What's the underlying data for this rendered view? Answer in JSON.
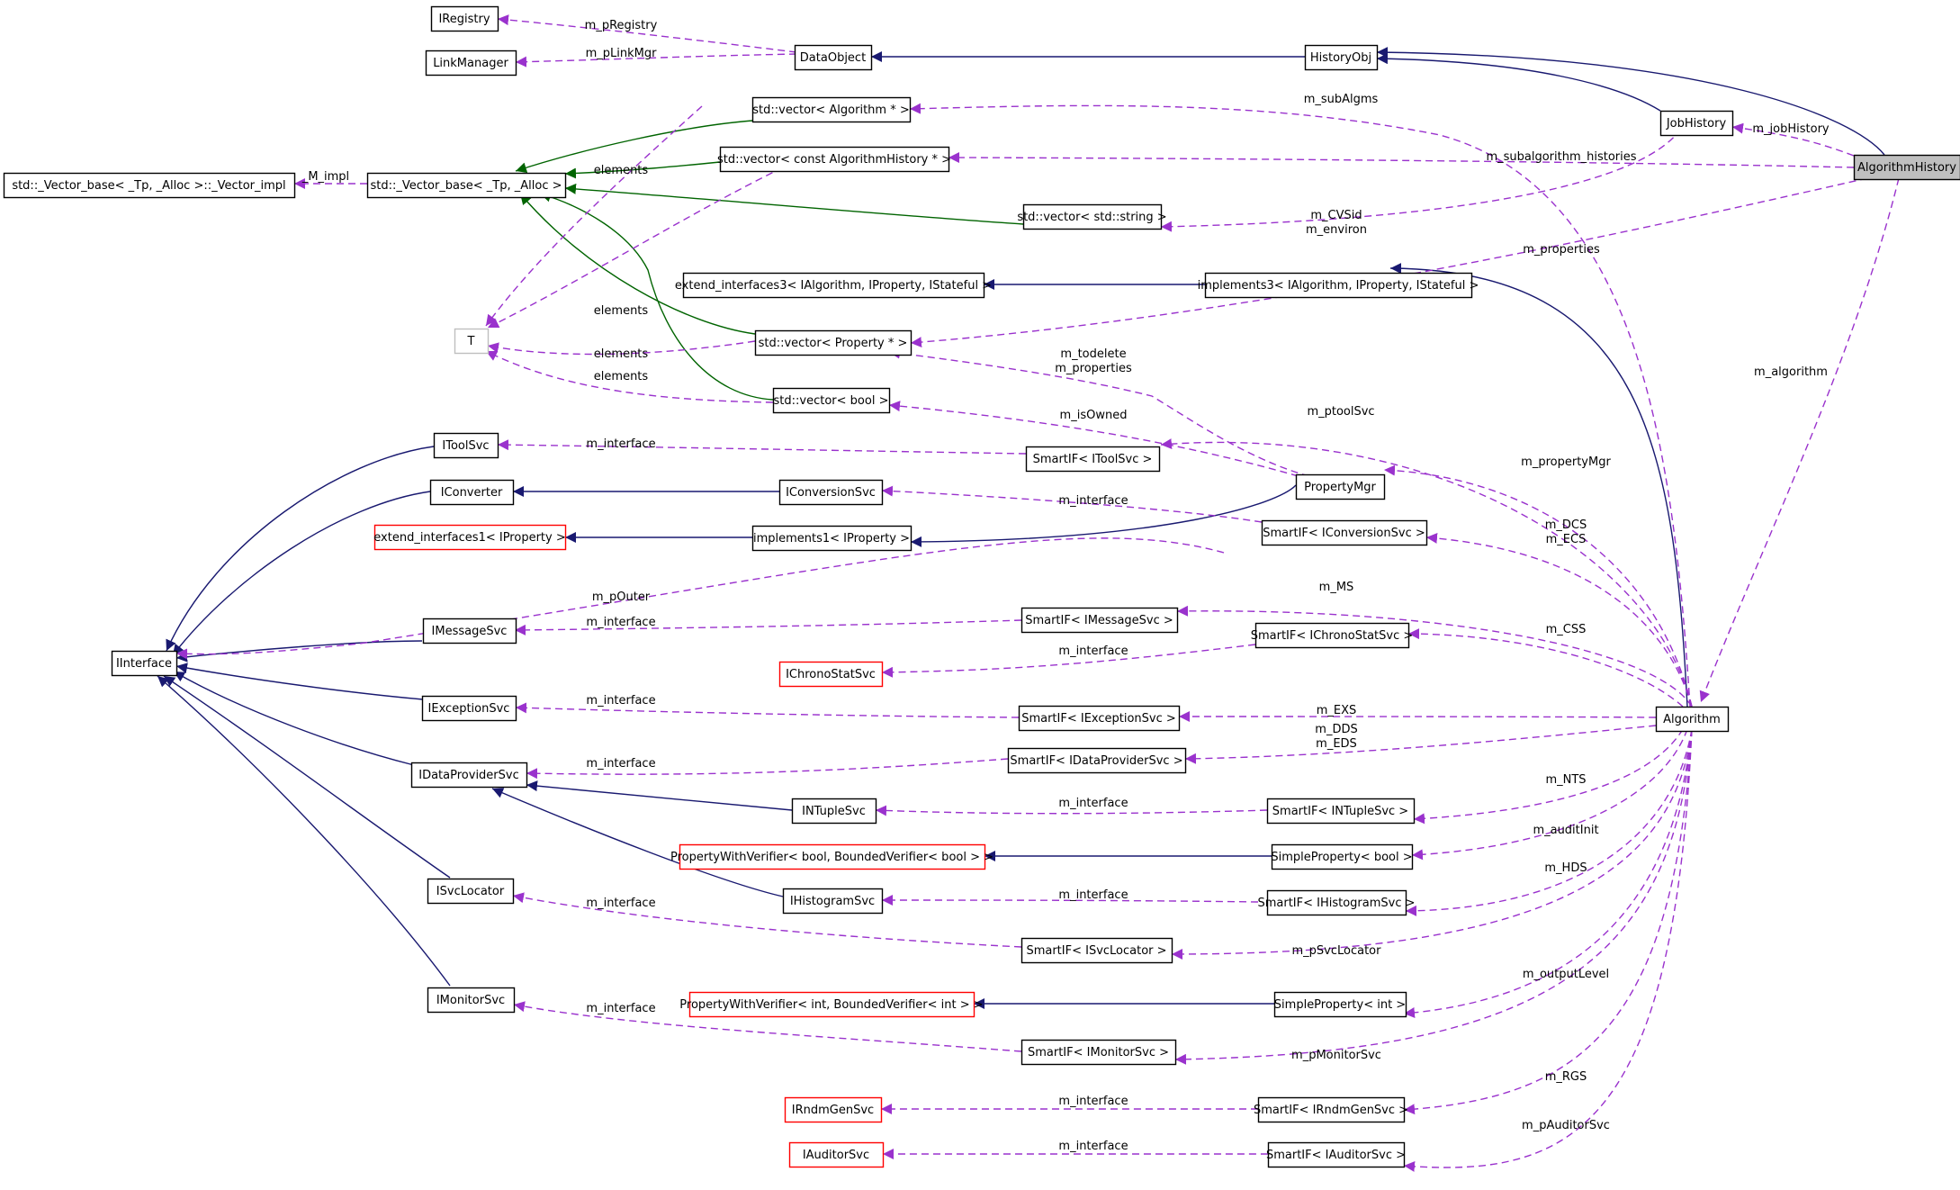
{
  "diagram": {
    "colors": {
      "inheritance": "#191970",
      "template": "#006400",
      "usage": "#9a32cd",
      "incomplete_border": "#ff0000",
      "focus_fill": "#bfbfbf"
    },
    "nodes": [
      {
        "id": "AlgorithmHistory",
        "label": "AlgorithmHistory",
        "style": "focus"
      },
      {
        "id": "IRegistry",
        "label": "IRegistry"
      },
      {
        "id": "LinkManager",
        "label": "LinkManager"
      },
      {
        "id": "DataObject",
        "label": "DataObject"
      },
      {
        "id": "HistoryObj",
        "label": "HistoryObj"
      },
      {
        "id": "JobHistory",
        "label": "JobHistory"
      },
      {
        "id": "VecAlg",
        "label": "std::vector< Algorithm * >"
      },
      {
        "id": "VecAlgHist",
        "label": "std::vector< const AlgorithmHistory * >"
      },
      {
        "id": "VectorBaseImpl",
        "label": "std::_Vector_base< _Tp, _Alloc >::_Vector_impl"
      },
      {
        "id": "VectorBase",
        "label": "std::_Vector_base< _Tp, _Alloc >"
      },
      {
        "id": "VecString",
        "label": "std::vector< std::string >"
      },
      {
        "id": "ExtIfaces3",
        "label": "extend_interfaces3< IAlgorithm, IProperty, IStateful >"
      },
      {
        "id": "Impl3",
        "label": "implements3< IAlgorithm, IProperty, IStateful >"
      },
      {
        "id": "T",
        "label": "T",
        "style": "grey"
      },
      {
        "id": "VecProp",
        "label": "std::vector< Property * >"
      },
      {
        "id": "VecBool",
        "label": "std::vector< bool >"
      },
      {
        "id": "IToolSvc",
        "label": "IToolSvc"
      },
      {
        "id": "SIFToolSvc",
        "label": "SmartIF< IToolSvc >"
      },
      {
        "id": "IConverter",
        "label": "IConverter"
      },
      {
        "id": "IConversionSvc",
        "label": "IConversionSvc"
      },
      {
        "id": "PropertyMgr",
        "label": "PropertyMgr"
      },
      {
        "id": "ExtIfaces1",
        "label": "extend_interfaces1< IProperty >",
        "style": "red"
      },
      {
        "id": "Impl1",
        "label": "implements1< IProperty >"
      },
      {
        "id": "SIFConvSvc",
        "label": "SmartIF< IConversionSvc >"
      },
      {
        "id": "IInterface",
        "label": "IInterface"
      },
      {
        "id": "IMessageSvc",
        "label": "IMessageSvc"
      },
      {
        "id": "SIFMsgSvc",
        "label": "SmartIF< IMessageSvc >"
      },
      {
        "id": "IChronoStatSvc",
        "label": "IChronoStatSvc",
        "style": "red"
      },
      {
        "id": "SIFChronoSvc",
        "label": "SmartIF< IChronoStatSvc >"
      },
      {
        "id": "IExceptionSvc",
        "label": "IExceptionSvc"
      },
      {
        "id": "SIFExcSvc",
        "label": "SmartIF< IExceptionSvc >"
      },
      {
        "id": "Algorithm",
        "label": "Algorithm"
      },
      {
        "id": "IDataProviderSvc",
        "label": "IDataProviderSvc"
      },
      {
        "id": "SIFDataSvc",
        "label": "SmartIF< IDataProviderSvc >"
      },
      {
        "id": "INTupleSvc",
        "label": "INTupleSvc"
      },
      {
        "id": "SIFNTupleSvc",
        "label": "SmartIF< INTupleSvc >"
      },
      {
        "id": "PWVBool",
        "label": "PropertyWithVerifier< bool, BoundedVerifier< bool > >",
        "style": "red"
      },
      {
        "id": "SPBool",
        "label": "SimpleProperty< bool >"
      },
      {
        "id": "IHistogramSvc",
        "label": "IHistogramSvc"
      },
      {
        "id": "SIFHistSvc",
        "label": "SmartIF< IHistogramSvc >"
      },
      {
        "id": "ISvcLocator",
        "label": "ISvcLocator"
      },
      {
        "id": "SIFSvcLoc",
        "label": "SmartIF< ISvcLocator >"
      },
      {
        "id": "PWVInt",
        "label": "PropertyWithVerifier< int, BoundedVerifier< int > >",
        "style": "red"
      },
      {
        "id": "SPInt",
        "label": "SimpleProperty< int >"
      },
      {
        "id": "IMonitorSvc",
        "label": "IMonitorSvc"
      },
      {
        "id": "SIFMonSvc",
        "label": "SmartIF< IMonitorSvc >"
      },
      {
        "id": "IRndmGenSvc",
        "label": "IRndmGenSvc",
        "style": "red"
      },
      {
        "id": "SIFRndmSvc",
        "label": "SmartIF< IRndmGenSvc >"
      },
      {
        "id": "IAuditorSvc",
        "label": "IAuditorSvc",
        "style": "red"
      },
      {
        "id": "SIFAudSvc",
        "label": "SmartIF< IAuditorSvc >"
      }
    ],
    "edge_labels": [
      {
        "id": "l_pRegistry",
        "text": "m_pRegistry"
      },
      {
        "id": "l_pLinkMgr",
        "text": "m_pLinkMgr"
      },
      {
        "id": "l_subAlgms",
        "text": "m_subAlgms"
      },
      {
        "id": "l_jobHistory",
        "text": "m_jobHistory"
      },
      {
        "id": "l_subalghist",
        "text": "m_subalgorithm_histories"
      },
      {
        "id": "l_M_impl",
        "text": "_M_impl"
      },
      {
        "id": "l_elements1",
        "text": "elements"
      },
      {
        "id": "l_CVSid",
        "text": "m_CVSid"
      },
      {
        "id": "l_environ",
        "text": "m_environ"
      },
      {
        "id": "l_properties1",
        "text": "m_properties"
      },
      {
        "id": "l_algorithm",
        "text": "m_algorithm"
      },
      {
        "id": "l_elements2",
        "text": "elements"
      },
      {
        "id": "l_elements3",
        "text": "elements"
      },
      {
        "id": "l_elements4",
        "text": "elements"
      },
      {
        "id": "l_todelete",
        "text": "m_todelete"
      },
      {
        "id": "l_properties2",
        "text": "m_properties"
      },
      {
        "id": "l_isOwned",
        "text": "m_isOwned"
      },
      {
        "id": "l_ptoolSvc",
        "text": "m_ptoolSvc"
      },
      {
        "id": "l_iface_tool",
        "text": "m_interface"
      },
      {
        "id": "l_propertyMgr",
        "text": "m_propertyMgr"
      },
      {
        "id": "l_iface_conv",
        "text": "m_interface"
      },
      {
        "id": "l_DCS",
        "text": "m_DCS"
      },
      {
        "id": "l_ECS",
        "text": "m_ECS"
      },
      {
        "id": "l_pOuter",
        "text": "m_pOuter"
      },
      {
        "id": "l_MS",
        "text": "m_MS"
      },
      {
        "id": "l_iface_msg",
        "text": "m_interface"
      },
      {
        "id": "l_iface_chrono",
        "text": "m_interface"
      },
      {
        "id": "l_CSS",
        "text": "m_CSS"
      },
      {
        "id": "l_iface_exc",
        "text": "m_interface"
      },
      {
        "id": "l_EXS",
        "text": "m_EXS"
      },
      {
        "id": "l_DDS",
        "text": "m_DDS"
      },
      {
        "id": "l_EDS",
        "text": "m_EDS"
      },
      {
        "id": "l_iface_data",
        "text": "m_interface"
      },
      {
        "id": "l_NTS",
        "text": "m_NTS"
      },
      {
        "id": "l_iface_ntuple",
        "text": "m_interface"
      },
      {
        "id": "l_auditInit",
        "text": "m_auditInit"
      },
      {
        "id": "l_HDS",
        "text": "m_HDS"
      },
      {
        "id": "l_iface_hist",
        "text": "m_interface"
      },
      {
        "id": "l_iface_svcloc",
        "text": "m_interface"
      },
      {
        "id": "l_pSvcLocator",
        "text": "m_pSvcLocator"
      },
      {
        "id": "l_outputLevel",
        "text": "m_outputLevel"
      },
      {
        "id": "l_iface_mon",
        "text": "m_interface"
      },
      {
        "id": "l_pMonitorSvc",
        "text": "m_pMonitorSvc"
      },
      {
        "id": "l_RGS",
        "text": "m_RGS"
      },
      {
        "id": "l_iface_rndm",
        "text": "m_interface"
      },
      {
        "id": "l_pAuditorSvc",
        "text": "m_pAuditorSvc"
      },
      {
        "id": "l_iface_aud",
        "text": "m_interface"
      }
    ]
  }
}
